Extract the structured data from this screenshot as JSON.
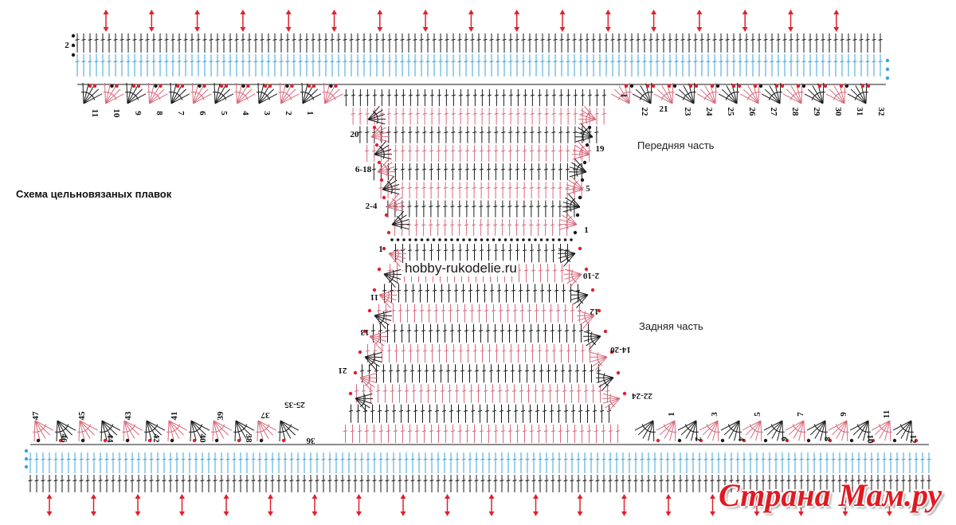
{
  "labels": {
    "title": "Схема цельновязаных плавок",
    "front_part": "Передняя часть",
    "back_part": "Задняя часть",
    "site": "hobby-rukodelie.ru",
    "logo": "Страна Мам.ру"
  },
  "row_numbers": {
    "top_left": [
      "2",
      "11",
      "10",
      "9",
      "8",
      "7",
      "6",
      "5",
      "4",
      "3",
      "2",
      "1"
    ],
    "top_right": [
      "1",
      "22",
      "21",
      "23",
      "24",
      "25",
      "26",
      "27",
      "28",
      "29",
      "30",
      "31",
      "32"
    ],
    "front_left": [
      "20",
      "6-18",
      "2-4",
      "1"
    ],
    "front_right": [
      "19",
      "5",
      "1"
    ],
    "back_left": [
      "11",
      "13",
      "21",
      "25-35",
      "36",
      "37"
    ],
    "back_right": [
      "2-10",
      "12",
      "14-20",
      "22-24"
    ],
    "bottom_left": [
      "47",
      "46",
      "45",
      "44",
      "43",
      "42",
      "41",
      "40",
      "39",
      "38"
    ],
    "bottom_right": [
      "1",
      "2",
      "3",
      "4",
      "5",
      "6",
      "7",
      "8",
      "9",
      "10",
      "11",
      "12"
    ]
  },
  "colors": {
    "black": "#1a1a1a",
    "red": "#e0202e",
    "pink": "#d86a7c",
    "blue": "#3aa3d8",
    "arrow": "#e0202e"
  }
}
